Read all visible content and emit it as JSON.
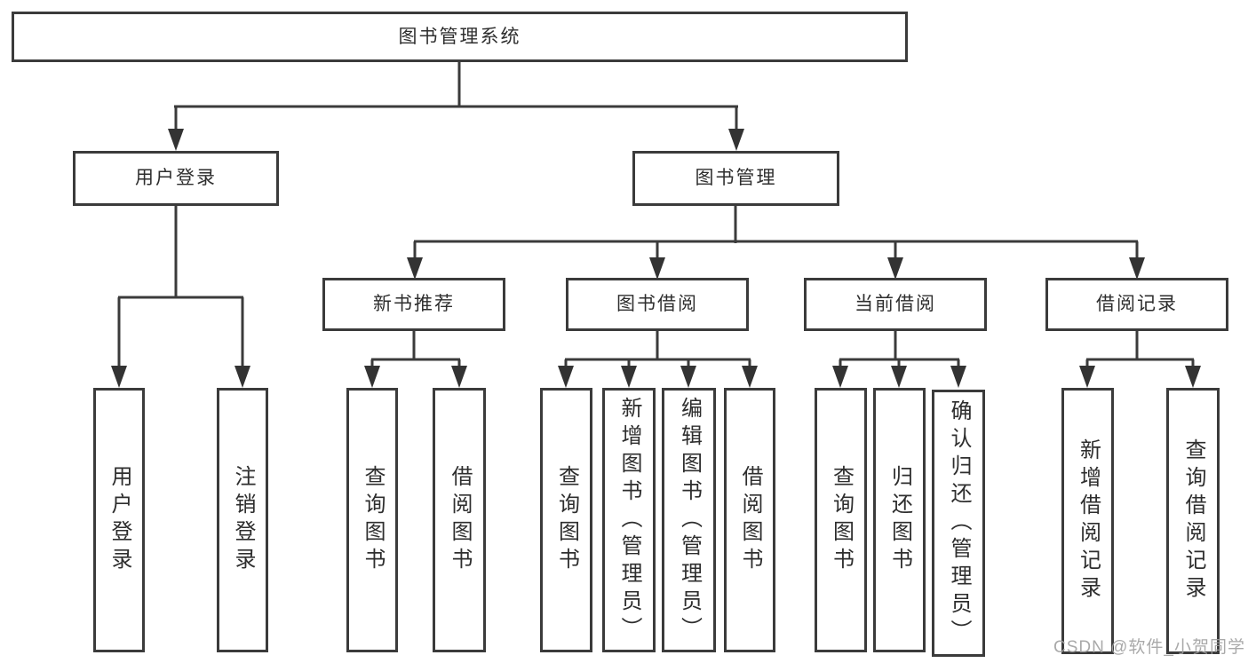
{
  "watermark": "CSDN @软件_小贺同学",
  "colors": {
    "line": "#3b3b3b",
    "text": "#2e2e2e",
    "box_background": "#ffffff",
    "watermark": "#a0a0a0"
  },
  "diagram": {
    "root": {
      "label": "图书管理系统"
    },
    "branches": [
      {
        "label": "用户登录",
        "leaves": [
          "用户登录",
          "注销登录"
        ]
      },
      {
        "label": "图书管理",
        "sections": [
          {
            "label": "新书推荐",
            "leaves": [
              "查询图书",
              "借阅图书"
            ]
          },
          {
            "label": "图书借阅",
            "leaves": [
              "查询图书",
              "新增图书（管理员）",
              "编辑图书（管理员）",
              "借阅图书"
            ]
          },
          {
            "label": "当前借阅",
            "leaves": [
              "查询图书",
              "归还图书",
              "确认归还（管理员）"
            ]
          },
          {
            "label": "借阅记录",
            "leaves": [
              "新增借阅记录",
              "查询借阅记录"
            ]
          }
        ]
      }
    ]
  }
}
